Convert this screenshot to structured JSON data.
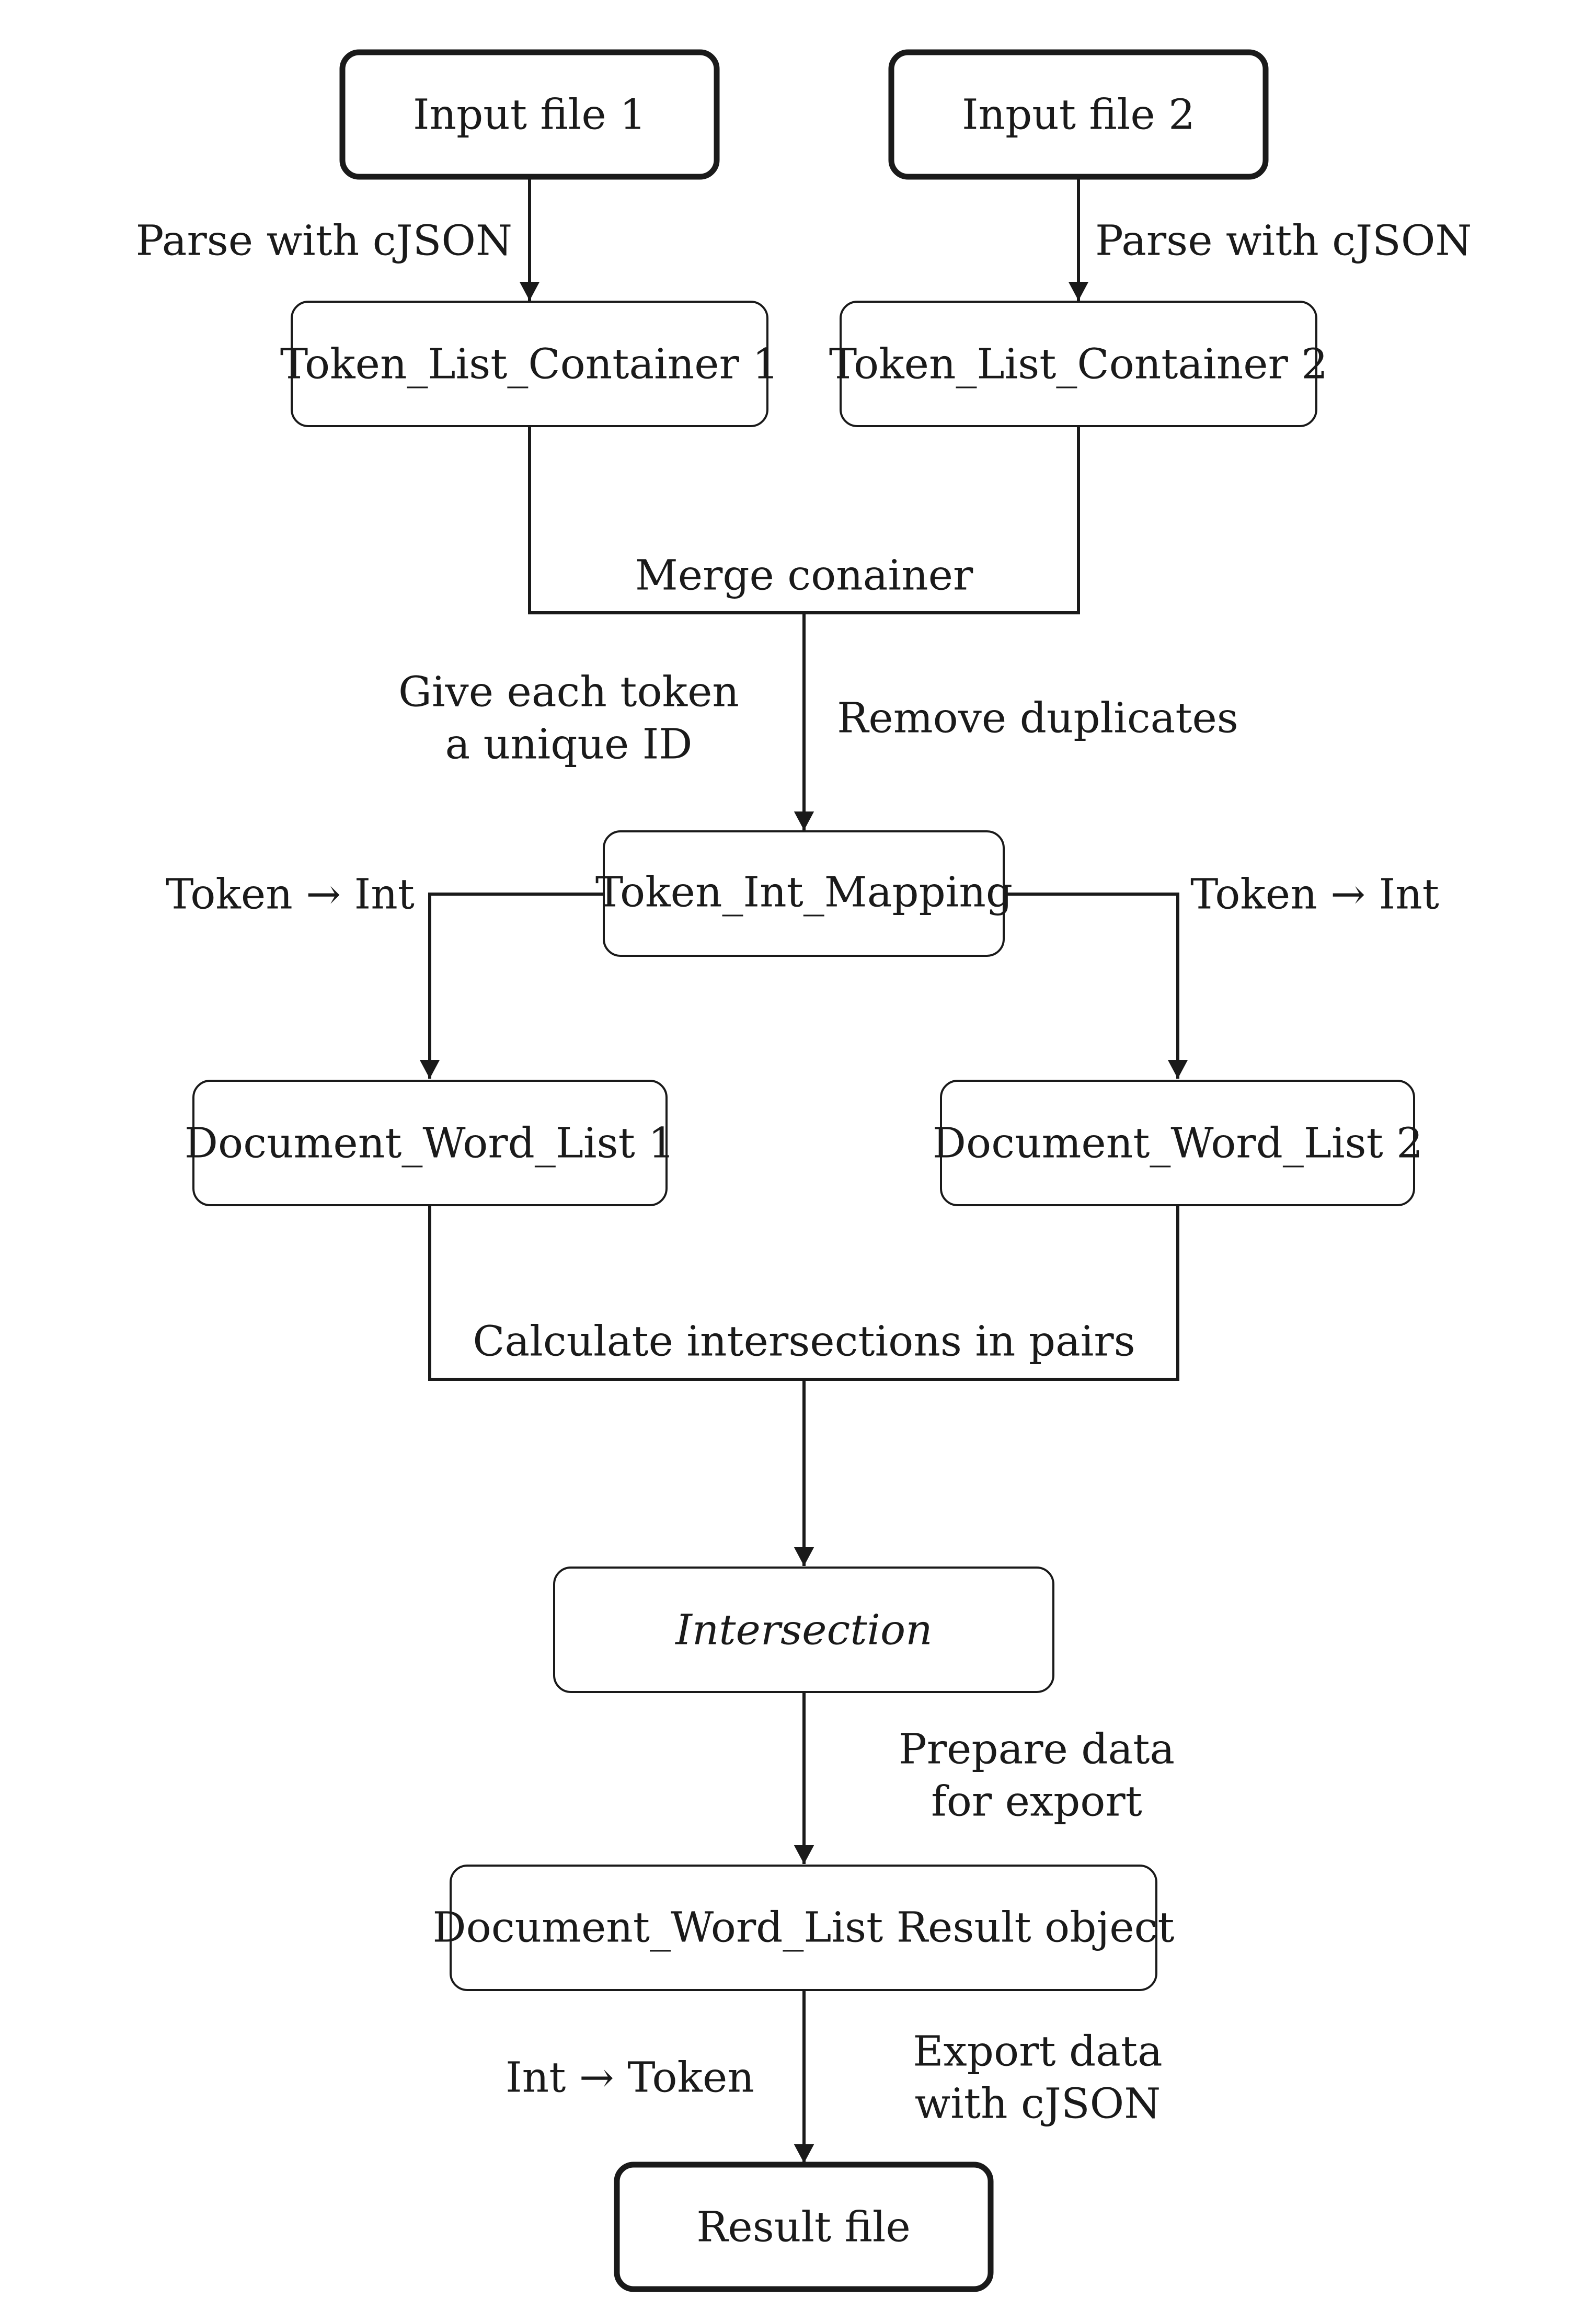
{
  "diagram": {
    "nodes": {
      "input_file_1": "Input file 1",
      "input_file_2": "Input file 2",
      "token_list_container_1": "Token_List_Container 1",
      "token_list_container_2": "Token_List_Container 2",
      "token_int_mapping": "Token_Int_Mapping",
      "document_word_list_1": "Document_Word_List 1",
      "document_word_list_2": "Document_Word_List 2",
      "intersection": "Intersection",
      "result_object": "Document_Word_List Result object",
      "result_file": "Result file"
    },
    "edge_labels": {
      "parse_left": "Parse with cJSON",
      "parse_right": "Parse with cJSON",
      "merge": "Merge conainer",
      "unique_id_line1": "Give each token",
      "unique_id_line2": "a unique ID",
      "remove_duplicates": "Remove duplicates",
      "token_to_int_left": "Token → Int",
      "token_to_int_right": "Token → Int",
      "calc_intersections": "Calculate intersections in pairs",
      "prepare_line1": "Prepare data",
      "prepare_line2": "for export",
      "int_to_token": "Int → Token",
      "export_line1": "Export data",
      "export_line2": "with cJSON"
    }
  }
}
